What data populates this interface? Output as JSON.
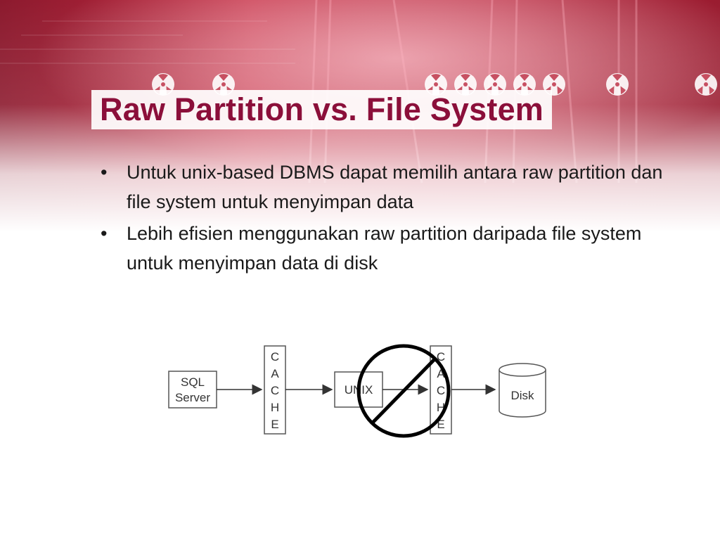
{
  "slide": {
    "title": "Raw Partition vs. File System",
    "bullets": [
      "Untuk unix-based DBMS dapat memilih antara raw partition dan file system untuk menyimpan data",
      "Lebih efisien menggunakan raw partition daripada file system untuk menyimpan data di disk"
    ],
    "bullet_glyph": "•"
  },
  "diagram": {
    "sql_server_line1": "SQL",
    "sql_server_line2": "Server",
    "cache1_letters": [
      "C",
      "A",
      "C",
      "H",
      "E"
    ],
    "unix_label": "UNIX",
    "cache2_letters": [
      "C",
      "A",
      "C",
      "H",
      "E"
    ],
    "disk_label": "Disk",
    "prohibition_icon": "prohibition-icon"
  },
  "colors": {
    "title": "#8b0f3a",
    "banner_red": "#b81e3c",
    "text": "#1a1a1a"
  }
}
